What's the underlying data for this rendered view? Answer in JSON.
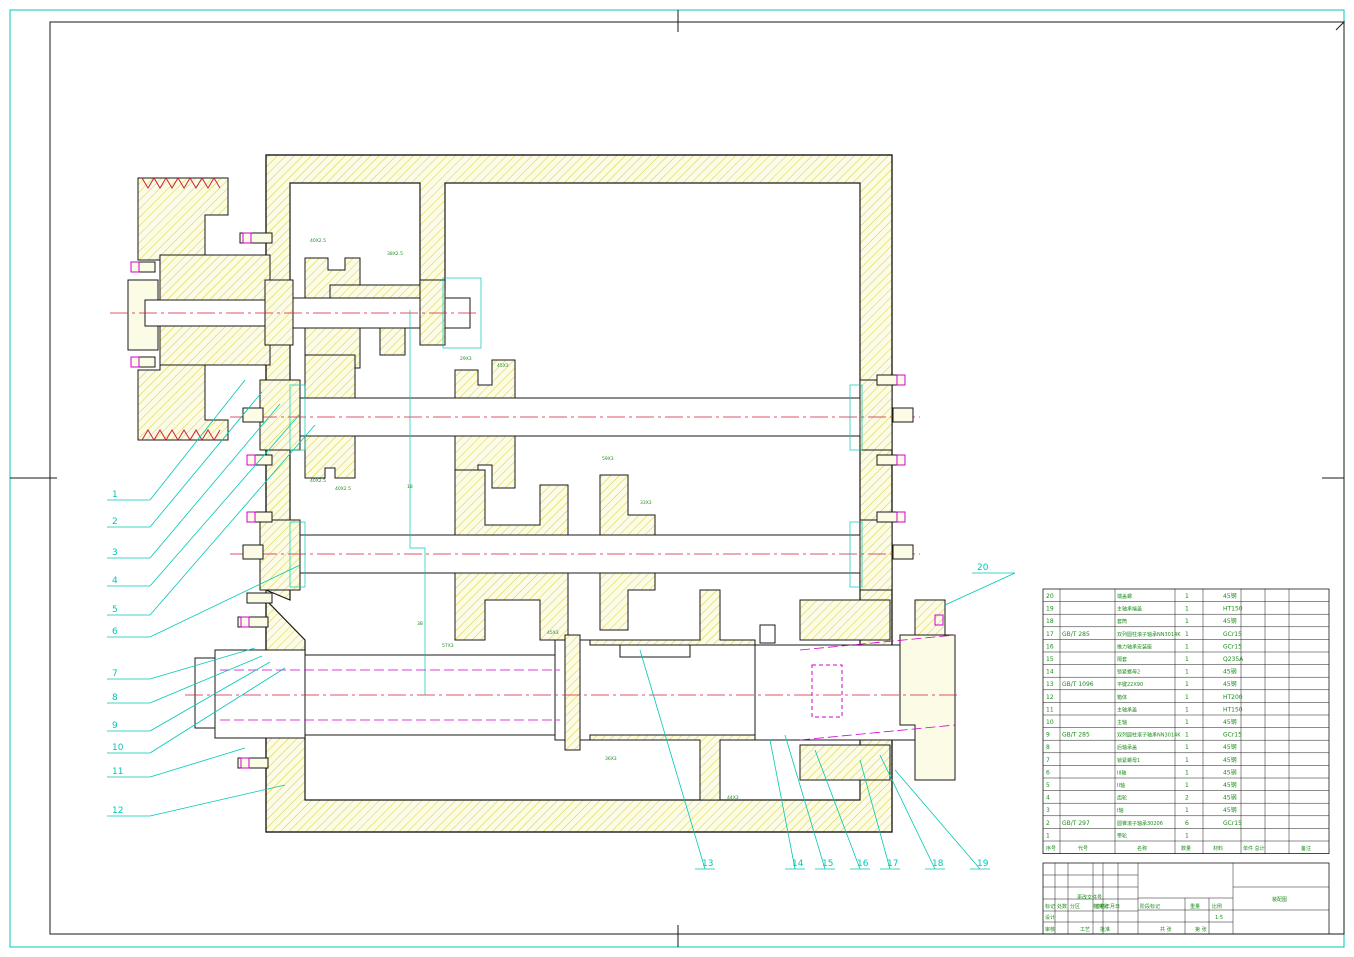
{
  "drawing": {
    "callouts": [
      "1",
      "2",
      "3",
      "4",
      "5",
      "6",
      "7",
      "8",
      "9",
      "10",
      "11",
      "12",
      "13",
      "14",
      "15",
      "16",
      "17",
      "18",
      "19",
      "20"
    ],
    "dim_labels": [
      "40X2.5",
      "38X2.5",
      "40X2.5",
      "40X2.5",
      "29X3",
      "45X3",
      "59X3",
      "33X3",
      "45X3",
      "57X3",
      "36X3",
      "44X3",
      "18",
      "3B"
    ]
  },
  "bom": {
    "rows": [
      {
        "no": "20",
        "std": "",
        "name": "端盖螺",
        "qty": "1",
        "material": "45钢"
      },
      {
        "no": "19",
        "std": "",
        "name": "主轴承端盖",
        "qty": "1",
        "material": "HT150"
      },
      {
        "no": "18",
        "std": "",
        "name": "套筒",
        "qty": "1",
        "material": "45钢"
      },
      {
        "no": "17",
        "std": "GB/T 285",
        "name": "双列圆柱滚子轴承NN3014K",
        "qty": "1",
        "material": "GCr15"
      },
      {
        "no": "16",
        "std": "",
        "name": "推力轴承安装座",
        "qty": "1",
        "material": "GCr15"
      },
      {
        "no": "15",
        "std": "",
        "name": "隔套",
        "qty": "1",
        "material": "Q235A"
      },
      {
        "no": "14",
        "std": "",
        "name": "锁紧螺母2",
        "qty": "1",
        "material": "45钢"
      },
      {
        "no": "13",
        "std": "GB/T 1096",
        "name": "平键22X90",
        "qty": "1",
        "material": "45钢"
      },
      {
        "no": "12",
        "std": "",
        "name": "箱体",
        "qty": "1",
        "material": "HT200"
      },
      {
        "no": "11",
        "std": "",
        "name": "主轴承盖",
        "qty": "1",
        "material": "HT150"
      },
      {
        "no": "10",
        "std": "",
        "name": "主轴",
        "qty": "1",
        "material": "45钢"
      },
      {
        "no": "9",
        "std": "GB/T 285",
        "name": "双列圆柱滚子轴承NN3014K",
        "qty": "1",
        "material": "GCr15"
      },
      {
        "no": "8",
        "std": "",
        "name": "后轴承盖",
        "qty": "1",
        "material": "45钢"
      },
      {
        "no": "7",
        "std": "",
        "name": "锁紧螺母1",
        "qty": "1",
        "material": "45钢"
      },
      {
        "no": "6",
        "std": "",
        "name": "III轴",
        "qty": "1",
        "material": "45钢"
      },
      {
        "no": "5",
        "std": "",
        "name": "II轴",
        "qty": "1",
        "material": "45钢"
      },
      {
        "no": "4",
        "std": "",
        "name": "齿轮",
        "qty": "2",
        "material": "45钢"
      },
      {
        "no": "3",
        "std": "",
        "name": "I轴",
        "qty": "1",
        "material": "45钢"
      },
      {
        "no": "2",
        "std": "GB/T 297",
        "name": "圆锥滚子轴承30206",
        "qty": "6",
        "material": "GCr15"
      },
      {
        "no": "1",
        "std": "",
        "name": "带轮",
        "qty": "1",
        "material": ""
      }
    ],
    "header": {
      "no": "序号",
      "std": "代号",
      "name": "名称",
      "qty": "数量",
      "material": "材料",
      "weight": "单件 总计",
      "note": "备注"
    }
  },
  "title_block": {
    "drawing_name": "装配图",
    "scale": "1:5",
    "labels": [
      "标记",
      "处数",
      "分区",
      "更改文件号",
      "签名",
      "年月日",
      "设计",
      "标准化",
      "阶段标记",
      "重量",
      "比例",
      "审核",
      "工艺",
      "批准",
      "共 张",
      "第 张"
    ]
  },
  "colors": {
    "frame": "#00c8b4",
    "outline": "#1a1a1a",
    "hatch": "#e8e060",
    "centerline": "#d2203c",
    "magenta": "#d000d0",
    "green": "#1d8c1d"
  }
}
